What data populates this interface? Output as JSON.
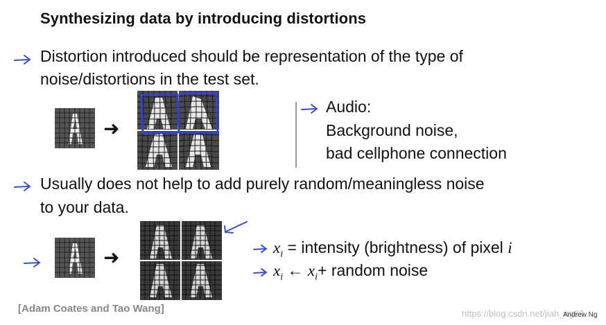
{
  "title": "Synthesizing data by introducing distortions",
  "bullet1": {
    "line1": "Distortion introduced should be representation of the type of",
    "line2": "noise/distortions in the test set."
  },
  "audio": {
    "label": "Audio:",
    "line1": "Background noise,",
    "line2": "bad cellphone connection"
  },
  "bullet2": {
    "line1": "Usually does not help to add purely random/meaningless noise",
    "line2": "to your data."
  },
  "formula1": {
    "var": "x",
    "sub": "i",
    "eq": "=",
    "text": "intensity (brightness) of pixel",
    "idx": "i"
  },
  "formula2": {
    "var": "x",
    "sub": "i",
    "arrow": "←",
    "var2": "x",
    "sub2": "i",
    "plus": "+",
    "text": "random noise"
  },
  "reference": "[Adam Coates and Tao Wang]",
  "watermark": "https://blog.csdn.net/jiah_ng93",
  "signature": "Andrew Ng",
  "colors": {
    "annotation": "#3a4fd0",
    "text": "#111111"
  }
}
